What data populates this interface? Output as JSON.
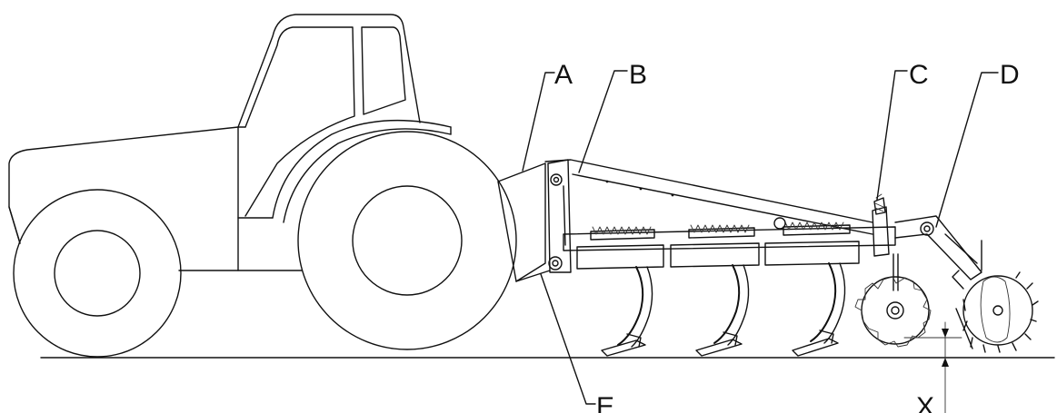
{
  "labels": {
    "a": "A",
    "b": "B",
    "c": "C",
    "d": "D",
    "e": "E",
    "x": "X"
  }
}
